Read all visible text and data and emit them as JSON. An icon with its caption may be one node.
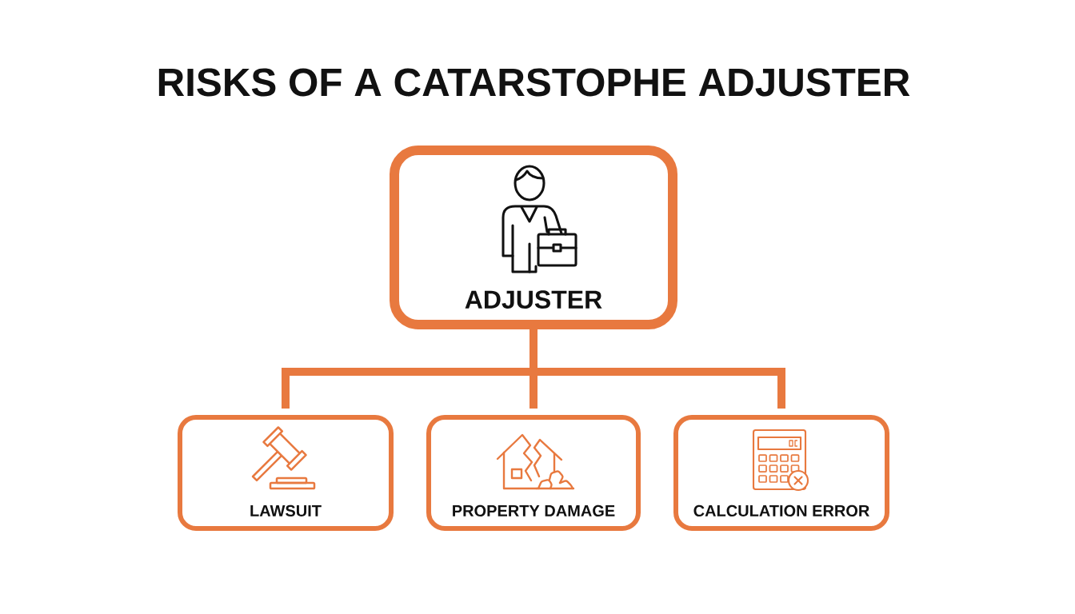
{
  "diagram": {
    "title": "RISKS OF A CATARSTOPHE ADJUSTER",
    "nodes": [
      {
        "text": [
          "ADJUSTER"
        ]
      },
      {
        "text": [
          "LAWSUIT"
        ]
      },
      {
        "text": [
          "PROPERTY DAMAGE"
        ]
      },
      {
        "text": [
          "CALCULATION ERROR"
        ]
      }
    ],
    "edges": [
      {
        "from": 0,
        "to": 1,
        "arrow": "none"
      },
      {
        "from": 0,
        "to": 2,
        "arrow": "none"
      },
      {
        "from": 0,
        "to": 3,
        "arrow": "none"
      }
    ]
  }
}
